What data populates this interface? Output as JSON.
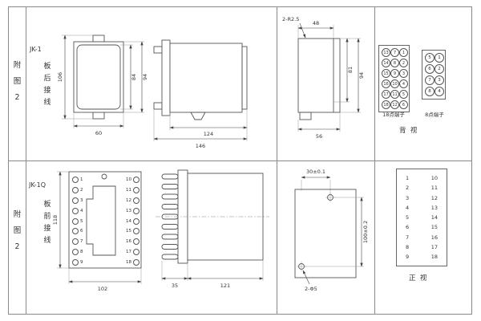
{
  "sidebar": {
    "row1_chars": [
      "附",
      "图",
      "2"
    ],
    "row2_chars": [
      "附",
      "图",
      "2"
    ]
  },
  "row1": {
    "model": "JK-1",
    "wiring_chars": [
      "板",
      "后",
      "接",
      "线"
    ],
    "front": {
      "total_height": "106",
      "case_height": "94",
      "inner_height": "84",
      "width": "60"
    },
    "side": {
      "body_length": "124",
      "total_length": "146"
    },
    "cutout": {
      "corner_note": "2-R2.5",
      "top_width": "48",
      "inner_height": "81",
      "outer_height": "94",
      "bottom_width": "56"
    },
    "terminals_18": {
      "label": "18点端子",
      "numbers": [
        "13",
        "7",
        "1",
        "14",
        "8",
        "2",
        "15",
        "9",
        "3",
        "16",
        "10",
        "4",
        "17",
        "11",
        "5",
        "18",
        "12",
        "6"
      ]
    },
    "terminals_8": {
      "label": "8点端子",
      "numbers": [
        "5",
        "1",
        "6",
        "2",
        "7",
        "3",
        "8",
        "4"
      ]
    },
    "view_label": "背  视"
  },
  "row2": {
    "model": "JK-1Q",
    "wiring_chars": [
      "板",
      "前",
      "接",
      "线"
    ],
    "front": {
      "height": "118",
      "width": "102",
      "left_terminals": [
        "1",
        "2",
        "3",
        "4",
        "5",
        "6",
        "7",
        "8",
        "9"
      ],
      "right_terminals": [
        "10",
        "11",
        "12",
        "13",
        "14",
        "15",
        "16",
        "17",
        "18"
      ]
    },
    "side": {
      "strip_depth": "35",
      "body_length": "121"
    },
    "drill": {
      "hole_spacing_x": "30±0.1",
      "hole_spacing_y": "100±0.2",
      "hole_note": "2-Φ5"
    },
    "table": {
      "left": [
        "1",
        "2",
        "3",
        "4",
        "5",
        "6",
        "7",
        "8",
        "9"
      ],
      "right": [
        "10",
        "11",
        "12",
        "13",
        "14",
        "15",
        "16",
        "17",
        "18"
      ]
    },
    "view_label": "正  视"
  }
}
